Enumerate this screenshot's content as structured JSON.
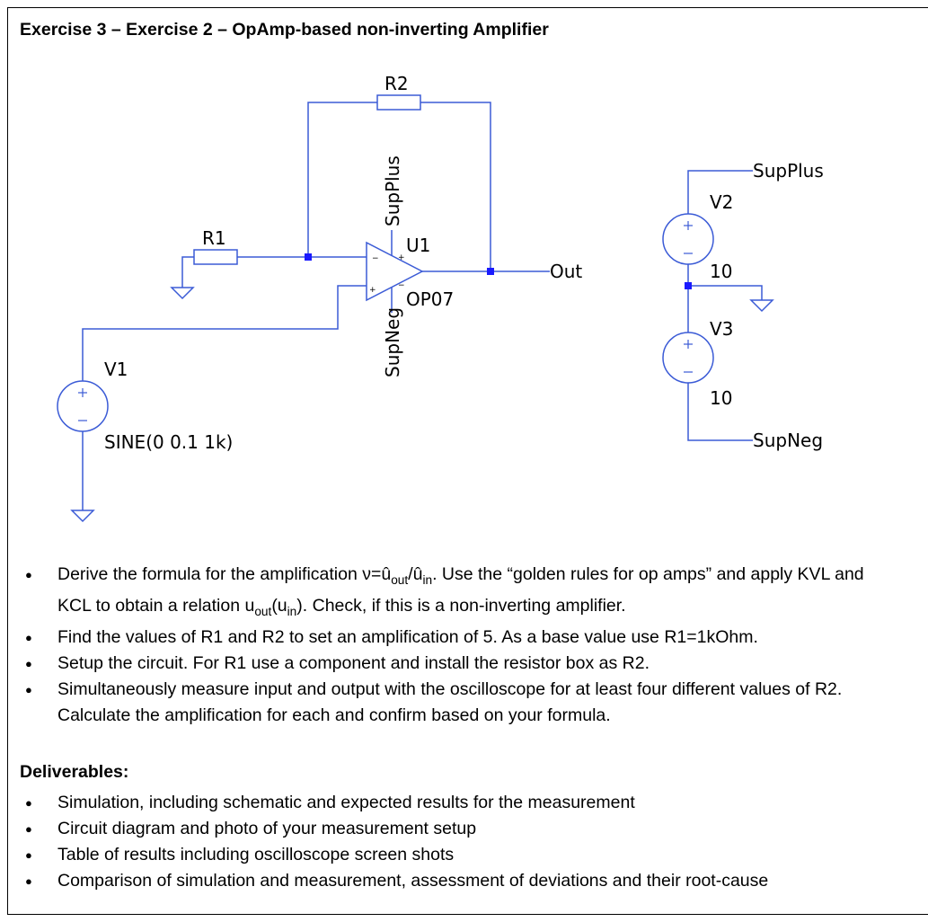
{
  "title": "Exercise 3 – Exercise 2 – OpAmp-based non-inverting Amplifier",
  "schematic": {
    "r2": "R2",
    "r1": "R1",
    "supplus_vertical": "SupPlus",
    "supneg_vertical": "SupNeg",
    "u1": "U1",
    "op07": "OP07",
    "out": "Out",
    "v1": "V1",
    "sine": "SINE(0 0.1 1k)",
    "v2": "V2",
    "v3": "V3",
    "v2_value": "10",
    "v3_value": "10",
    "supplus_net": "SupPlus",
    "supneg_net": "SupNeg"
  },
  "tasks": {
    "t1_a": "Derive the formula for the amplification ν=û",
    "t1_sub1": "out",
    "t1_b": "/û",
    "t1_sub2": "in",
    "t1_c": ". Use the “golden rules for op amps” and apply KVL and KCL to obtain a relation u",
    "t1_sub3": "out",
    "t1_d": "(u",
    "t1_sub4": "in",
    "t1_e": "). Check, if this is a non-inverting amplifier.",
    "t2": "Find the values of R1 and R2 to set an amplification of 5. As a base value use R1=1kOhm.",
    "t3": "Setup the circuit. For R1 use a component and install the resistor box as R2.",
    "t4": "Simultaneously measure input and output with the oscilloscope for at least four different values of R2. Calculate the amplification for each and confirm based on your formula."
  },
  "deliverables": {
    "heading": "Deliverables:",
    "items": [
      "Simulation, including schematic and expected results for the measurement",
      "Circuit diagram and photo of your measurement setup",
      "Table of results including oscilloscope screen shots",
      "Comparison of simulation and measurement, assessment of deviations and their root-cause"
    ]
  },
  "colors": {
    "wire": "#3b5bd6",
    "junction": "#1a1aff",
    "text": "#000000"
  }
}
